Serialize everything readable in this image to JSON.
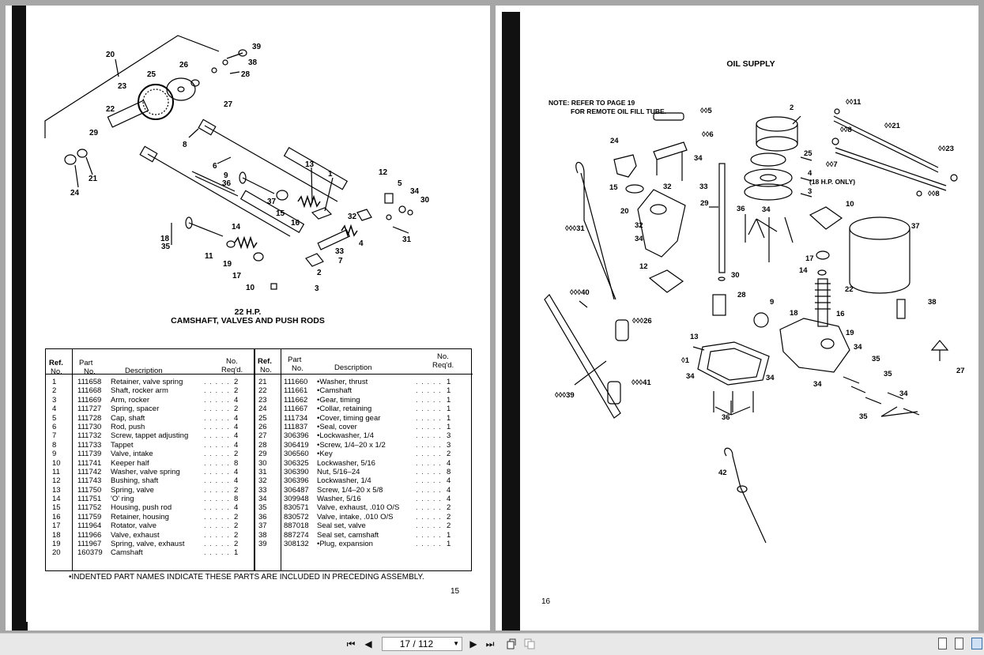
{
  "left_page": {
    "model": "22 H.P.",
    "title": "CAMSHAFT, VALVES AND PUSH RODS",
    "page_number": "15",
    "footnote": "•INDENTED PART NAMES INDICATE THESE PARTS ARE INCLUDED IN PRECEDING ASSEMBLY.",
    "callouts": [
      "20",
      "23",
      "25",
      "26",
      "39",
      "38",
      "28",
      "27",
      "22",
      "29",
      "21",
      "24",
      "8",
      "6",
      "9",
      "36",
      "13",
      "1",
      "12",
      "5",
      "34",
      "30",
      "37",
      "15",
      "16",
      "32",
      "7",
      "14",
      "4",
      "31",
      "18",
      "35",
      "11",
      "19",
      "33",
      "2",
      "17",
      "10",
      "3"
    ],
    "table": {
      "headers": {
        "ref": "Ref.",
        "ref2": "No.",
        "part": "Part",
        "part2": "No.",
        "desc": "Description",
        "req": "No.",
        "req2": "Req'd."
      },
      "rows_left": [
        {
          "ref": "1",
          "part": "111658",
          "desc": "Retainer, valve spring",
          "req": "2"
        },
        {
          "ref": "2",
          "part": "111668",
          "desc": "Shaft, rocker arm",
          "req": "2"
        },
        {
          "ref": "3",
          "part": "111669",
          "desc": "Arm, rocker",
          "req": "4"
        },
        {
          "ref": "4",
          "part": "111727",
          "desc": "Spring, spacer",
          "req": "2"
        },
        {
          "ref": "5",
          "part": "111728",
          "desc": "Cap, shaft",
          "req": "4"
        },
        {
          "ref": "6",
          "part": "111730",
          "desc": "Rod, push",
          "req": "4"
        },
        {
          "ref": "7",
          "part": "111732",
          "desc": "Screw, tappet adjusting",
          "req": "4"
        },
        {
          "ref": "8",
          "part": "111733",
          "desc": "Tappet",
          "req": "4"
        },
        {
          "ref": "9",
          "part": "111739",
          "desc": "Valve, intake",
          "req": "2"
        },
        {
          "ref": "10",
          "part": "111741",
          "desc": "Keeper half",
          "req": "8"
        },
        {
          "ref": "11",
          "part": "111742",
          "desc": "Washer, valve spring",
          "req": "4"
        },
        {
          "ref": "12",
          "part": "111743",
          "desc": "Bushing, shaft",
          "req": "4"
        },
        {
          "ref": "13",
          "part": "111750",
          "desc": "Spring, valve",
          "req": "2"
        },
        {
          "ref": "14",
          "part": "111751",
          "desc": "'O' ring",
          "req": "8"
        },
        {
          "ref": "15",
          "part": "111752",
          "desc": "Housing, push rod",
          "req": "4"
        },
        {
          "ref": "16",
          "part": "111759",
          "desc": "Retainer, housing",
          "req": "2"
        },
        {
          "ref": "17",
          "part": "111964",
          "desc": "Rotator, valve",
          "req": "2"
        },
        {
          "ref": "18",
          "part": "111966",
          "desc": "Valve, exhaust",
          "req": "2"
        },
        {
          "ref": "19",
          "part": "111967",
          "desc": "Spring, valve, exhaust",
          "req": "2"
        },
        {
          "ref": "20",
          "part": "160379",
          "desc": "Camshaft",
          "req": "1"
        }
      ],
      "rows_right": [
        {
          "ref": "21",
          "part": "111660",
          "desc": "•Washer, thrust",
          "req": "1"
        },
        {
          "ref": "22",
          "part": "111661",
          "desc": "•Camshaft",
          "req": "1"
        },
        {
          "ref": "23",
          "part": "111662",
          "desc": "•Gear, timing",
          "req": "1"
        },
        {
          "ref": "24",
          "part": "111667",
          "desc": "•Collar, retaining",
          "req": "1"
        },
        {
          "ref": "25",
          "part": "111734",
          "desc": "•Cover, timing gear",
          "req": "1"
        },
        {
          "ref": "26",
          "part": "111837",
          "desc": "•Seal, cover",
          "req": "1"
        },
        {
          "ref": "27",
          "part": "306396",
          "desc": "•Lockwasher, 1/4",
          "req": "3"
        },
        {
          "ref": "28",
          "part": "306419",
          "desc": "•Screw, 1/4–20 x 1/2",
          "req": "3"
        },
        {
          "ref": "29",
          "part": "306560",
          "desc": "•Key",
          "req": "2"
        },
        {
          "ref": "30",
          "part": "306325",
          "desc": "Lockwasher, 5/16",
          "req": "4"
        },
        {
          "ref": "31",
          "part": "306390",
          "desc": "Nut, 5/16–24",
          "req": "8"
        },
        {
          "ref": "32",
          "part": "306396",
          "desc": "Lockwasher, 1/4",
          "req": "4"
        },
        {
          "ref": "33",
          "part": "306487",
          "desc": "Screw, 1/4–20 x 5/8",
          "req": "4"
        },
        {
          "ref": "34",
          "part": "309948",
          "desc": "Washer, 5/16",
          "req": "4"
        },
        {
          "ref": "35",
          "part": "830571",
          "desc": "Valve, exhaust, .010 O/S",
          "req": "2"
        },
        {
          "ref": "36",
          "part": "830572",
          "desc": "Valve, intake, .010 O/S",
          "req": "2"
        },
        {
          "ref": "37",
          "part": "887018",
          "desc": "Seal set, valve",
          "req": "2"
        },
        {
          "ref": "38",
          "part": "887274",
          "desc": "Seal set, camshaft",
          "req": "1"
        },
        {
          "ref": "39",
          "part": "308132",
          "desc": "•Plug, expansion",
          "req": "1"
        }
      ]
    }
  },
  "right_page": {
    "title": "OIL SUPPLY",
    "note_line1": "NOTE:  REFER TO PAGE 19",
    "note_line2": "FOR REMOTE OIL FILL TUBE.",
    "hp_note": "(18 H.P. ONLY)",
    "page_number": "16",
    "callouts": {
      "c2": "2",
      "c11": "◊◊11",
      "c5": "◊◊5",
      "c6": "◊◊6",
      "c8a": "◊◊8",
      "c21": "◊◊21",
      "c23": "◊◊23",
      "c7": "◊◊7",
      "c25": "25",
      "c4": "4",
      "c3": "3",
      "c24": "24",
      "c34a": "34",
      "c15": "15",
      "c32": "32",
      "c33": "33",
      "c8b": "◊◊8",
      "c29": "29",
      "c20": "20",
      "c36a": "36",
      "c34b": "34",
      "c10": "10",
      "c37": "37",
      "c31": "◊◊◊31",
      "c32b": "32",
      "c34c": "34",
      "c17": "17",
      "c14": "14",
      "c12": "12",
      "c30": "30",
      "c22": "22",
      "c40": "◊◊◊40",
      "c28": "28",
      "c38": "38",
      "c9": "9",
      "c18": "18",
      "c16": "16",
      "c26": "◊◊◊26",
      "c13": "13",
      "c19": "19",
      "c27": "27",
      "c1": "◊1",
      "c34d": "34",
      "c35a": "35",
      "c34e": "34",
      "c34f": "34",
      "c35b": "35",
      "c41": "◊◊◊41",
      "c34g": "34",
      "c34h": "34",
      "c39": "◊◊◊39",
      "c36b": "36",
      "c35c": "35",
      "c42": "42"
    }
  },
  "toolbar": {
    "page_indicator": "17 / 112",
    "first_icon": "⏮",
    "prev_icon": "◀",
    "next_icon": "▶",
    "last_icon": "⏭",
    "dropdown_icon": "▼"
  }
}
